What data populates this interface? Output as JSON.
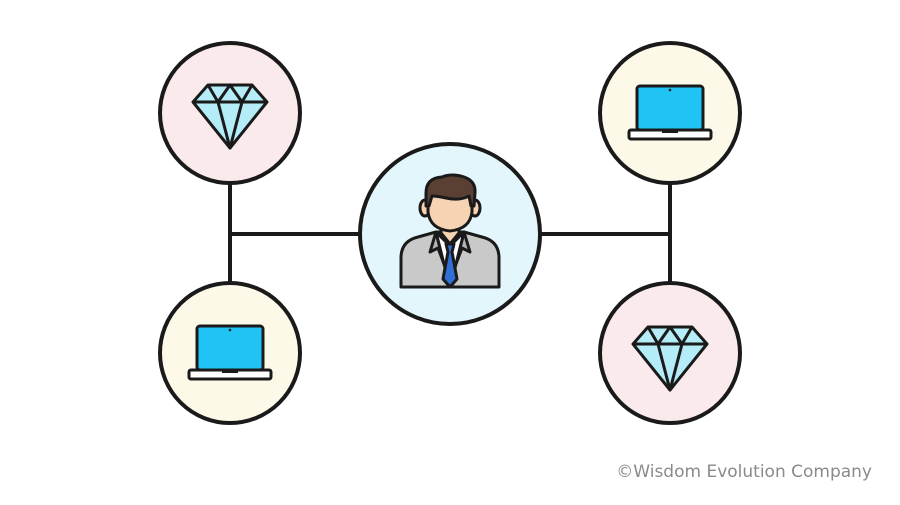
{
  "colors": {
    "stroke": "#1a1a1a",
    "pink_node_fill": "#fbeaec",
    "cream_node_fill": "#fdf9e8",
    "center_node_fill": "#e3f6fb",
    "diamond_fill": "#b4ecf7",
    "screen_fill": "#20c4f4",
    "suit_fill": "#c9c9c9",
    "tie_fill": "#2f6fd6",
    "skin_fill": "#f5d3b3",
    "hair_fill": "#5a4033"
  },
  "nodes": [
    {
      "id": "top-left",
      "icon": "diamond-icon",
      "fill": "pink"
    },
    {
      "id": "bottom-left",
      "icon": "laptop-icon",
      "fill": "cream"
    },
    {
      "id": "center",
      "icon": "businessman-icon",
      "fill": "center"
    },
    {
      "id": "top-right",
      "icon": "laptop-icon",
      "fill": "cream"
    },
    {
      "id": "bottom-right",
      "icon": "diamond-icon",
      "fill": "pink"
    }
  ],
  "footer": {
    "copyright": "©Wisdom Evolution Company"
  }
}
